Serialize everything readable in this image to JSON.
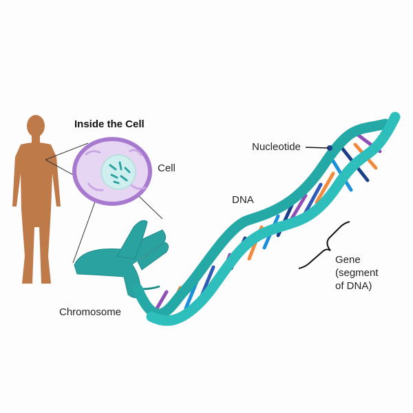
{
  "labels": {
    "title": "Inside the Cell",
    "cell": "Cell",
    "nucleotide": "Nucleotide",
    "dna": "DNA",
    "gene_line1": "Gene",
    "gene_line2": "(segment",
    "gene_line3": "of DNA)",
    "chromosome": "Chromosome"
  },
  "colors": {
    "human_figure": "#bf7a4a",
    "cell_membrane": "#a77ad0",
    "cell_cytoplasm": "#e7d6f3",
    "nucleus": "#cfeeee",
    "chromosome": "#2aa3a0",
    "dna_backbone": "#25a9a7",
    "base_pair_colors": [
      "#2f5bb7",
      "#f08a3c",
      "#1b8fd9",
      "#8e4fb6",
      "#1c3f8a"
    ]
  }
}
